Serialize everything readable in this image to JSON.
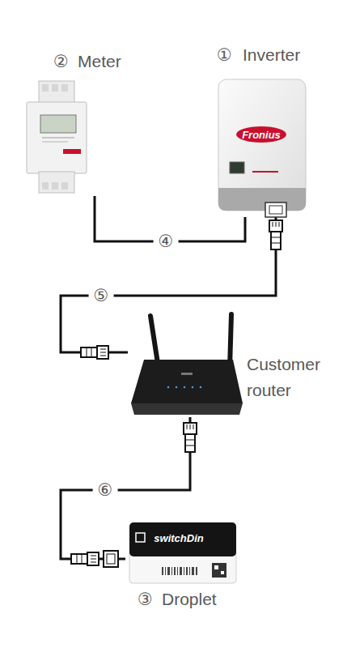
{
  "diagram": {
    "nodes": [
      {
        "text": [
          "②",
          "Meter"
        ]
      },
      {
        "text": [
          "①",
          "Inverter"
        ]
      },
      {
        "text": [
          "Customer router"
        ]
      },
      {
        "text": [
          "③",
          "Droplet"
        ]
      }
    ],
    "edges": [
      {
        "from": 0,
        "to": 1,
        "label": "④",
        "arrow": "none"
      },
      {
        "from": 1,
        "to": 2,
        "label": "⑤",
        "arrow": "none"
      },
      {
        "from": 2,
        "to": 3,
        "label": "⑥",
        "arrow": "none"
      }
    ],
    "labels": [
      "Fronius",
      "switchDin"
    ]
  }
}
